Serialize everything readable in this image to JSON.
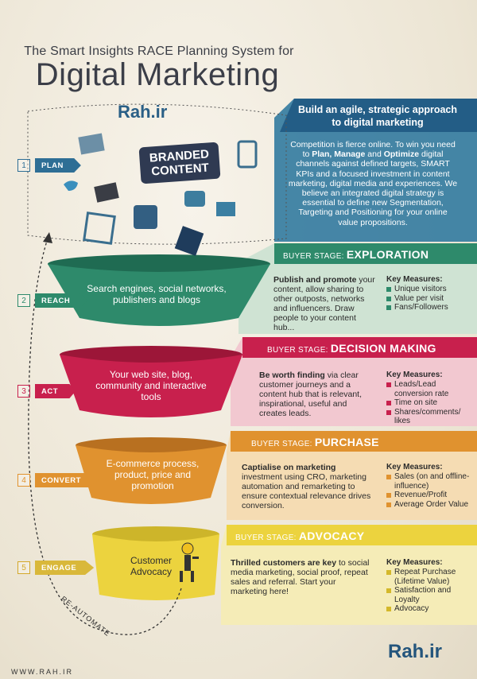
{
  "header": {
    "subtitle": "The Smart Insights RACE Planning System for",
    "title": "Digital Marketing",
    "watermark_top": "Rah.ir",
    "watermark_bottom": "Rah.ir",
    "site_url": "WWW.RAH.IR"
  },
  "plan": {
    "number": "1",
    "label": "PLAN",
    "branded": "BRANDED CONTENT",
    "heading": "Build an agile, strategic approach to digital marketing",
    "text_parts": [
      "Competition is fierce online. To win you need to ",
      "Plan, Manage",
      " and ",
      "Optimize",
      " digital channels against defined targets, SMART KPIs and a focused investment in content marketing, digital media and experiences. We believe an integrated digital strategy is essential to define new Segmentation, Targeting and Positioning for your online value propositions."
    ]
  },
  "stages": [
    {
      "number": "2",
      "label": "REACH",
      "buyer_stage": "BUYER STAGE:",
      "stage_name": "EXPLORATION",
      "funnel_text": "Search engines, social networks, publishers and blogs",
      "desc_bold": "Publish and promote",
      "desc_rest": " your content, allow sharing to other outposts, networks and influencers. Draw people to your content hub...",
      "measures_title": "Key Measures:",
      "measures": [
        "Unique visitors",
        "Value per visit",
        "Fans/Followers"
      ]
    },
    {
      "number": "3",
      "label": "ACT",
      "buyer_stage": "BUYER STAGE:",
      "stage_name": "DECISION MAKING",
      "funnel_text": "Your web site, blog, community and interactive tools",
      "desc_bold": "Be worth finding",
      "desc_rest": " via clear customer journeys and a content hub that is relevant, inspirational, useful and creates leads.",
      "measures_title": "Key Measures:",
      "measures": [
        "Leads/Lead conversion rate",
        "Time on site",
        "Shares/comments/ likes"
      ]
    },
    {
      "number": "4",
      "label": "CONVERT",
      "buyer_stage": "BUYER STAGE:",
      "stage_name": "PURCHASE",
      "funnel_text": "E-commerce process, product, price and promotion",
      "desc_bold": "Captialise on marketing",
      "desc_rest": " investment using CRO, marketing automation and remarketing to ensure contextual relevance drives conversion.",
      "measures_title": "Key Measures:",
      "measures": [
        "Sales (on and offline-influence)",
        "Revenue/Profit",
        "Average Order Value"
      ]
    },
    {
      "number": "5",
      "label": "ENGAGE",
      "buyer_stage": "BUYER STAGE:",
      "stage_name": "ADVOCACY",
      "funnel_text": "Customer Advocacy",
      "desc_bold": "Thrilled customers are key",
      "desc_rest": " to social media marketing, social proof, repeat sales and referral. Start your marketing here!",
      "measures_title": "Key Measures:",
      "measures": [
        "Repeat Purchase (Lifetime Value)",
        "Satisfaction and Loyalty",
        "Advocacy"
      ]
    }
  ],
  "reautomate": "RE-AUTOMATE",
  "colors": {
    "plan": "#3d7d9e",
    "reach": "#2e8a6b",
    "act": "#c8204d",
    "convert": "#e0922f",
    "engage": "#ecd33e"
  }
}
